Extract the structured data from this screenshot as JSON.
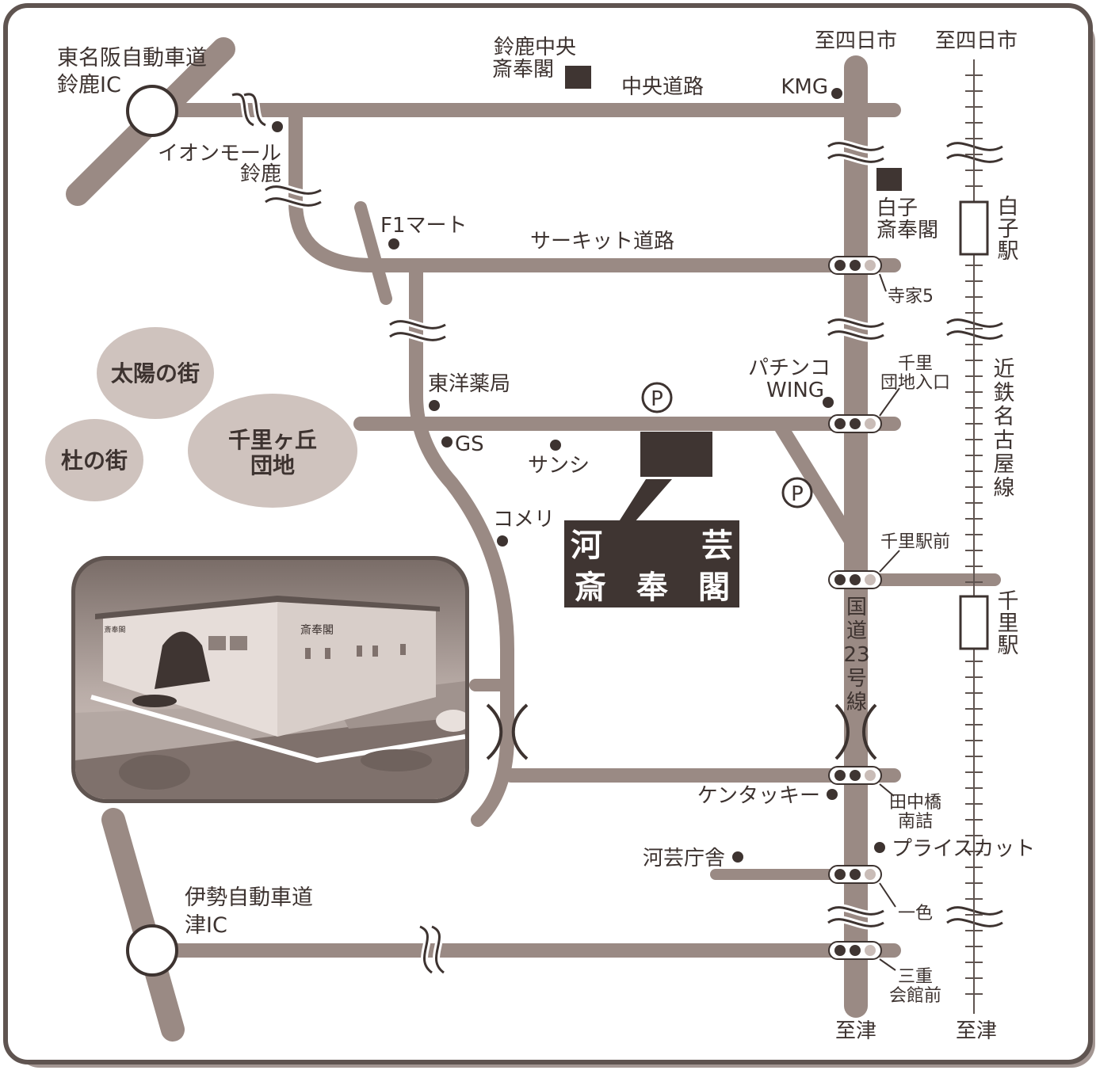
{
  "colors": {
    "road": "#9a8a84",
    "frame": "#5f5450",
    "text": "#3d3330",
    "dark": "#3f3532",
    "area": "#cfc3be",
    "signal_light": "#c9bcb7",
    "station_fill": "#ffffff"
  },
  "interchanges": {
    "higashi_meihan": [
      "東名阪自動車道",
      "鈴鹿IC"
    ],
    "ise": [
      "伊勢自動車道",
      "津IC"
    ]
  },
  "directions": {
    "rt23_north": "至四日市",
    "rail_north": "至四日市",
    "rt23_south": "至津",
    "rail_south": "至津"
  },
  "roads": {
    "chuo": "中央道路",
    "circuit": "サーキット道路",
    "national": [
      "国",
      "道",
      "23",
      "号",
      "線"
    ]
  },
  "railway": {
    "line": [
      "近",
      "鉄",
      "名",
      "古",
      "屋",
      "線"
    ],
    "shiroko_station": [
      "白",
      "子",
      "駅"
    ],
    "chisato_station": [
      "千",
      "里",
      "駅"
    ]
  },
  "areas": {
    "taiyo": "太陽の街",
    "mori": "杜の街",
    "chisato_gaoka": [
      "千里ヶ丘",
      "団地"
    ]
  },
  "landmarks": {
    "suzuka_chuo": [
      "鈴鹿中央",
      "斎奉閣"
    ],
    "kmg": "KMG",
    "aeon": [
      "イオンモール",
      "鈴鹿"
    ],
    "f1mart": "F1マート",
    "shiroko_saihokaku": [
      "白子",
      "斎奉閣"
    ],
    "toyo": "東洋薬局",
    "pachinko": [
      "パチンコ",
      "WING"
    ],
    "gs": "GS",
    "sanshi": "サンシ",
    "komeri": "コメリ",
    "kentucky": "ケンタッキー",
    "price_cut": "プライスカット",
    "kawage_chosha": "河芸庁舎"
  },
  "intersections": {
    "teraie5": "寺家5",
    "chisato_danchi": [
      "千里",
      "団地入口"
    ],
    "chisato_ekimae": "千里駅前",
    "tanakabashi": [
      "田中橋",
      "南詰"
    ],
    "isshiki": "一色",
    "mie_kaikan": [
      "三重",
      "会館前"
    ]
  },
  "parking_symbol": "P",
  "destination": {
    "line1": [
      "河",
      "芸"
    ],
    "line2": [
      "斎",
      "奉",
      "閣"
    ]
  },
  "photo": {
    "sign_text": "斎奉閣",
    "small_sign_text": "斎奉閣"
  }
}
